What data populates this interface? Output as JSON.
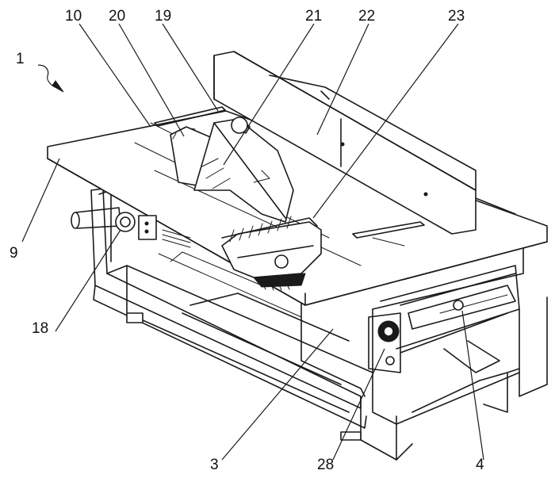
{
  "figure": {
    "ref_numeral": "1",
    "callouts": [
      {
        "id": "c10",
        "label": "10"
      },
      {
        "id": "c20",
        "label": "20"
      },
      {
        "id": "c19",
        "label": "19"
      },
      {
        "id": "c21",
        "label": "21"
      },
      {
        "id": "c22",
        "label": "22"
      },
      {
        "id": "c23",
        "label": "23"
      },
      {
        "id": "c9",
        "label": "9"
      },
      {
        "id": "c18",
        "label": "18"
      },
      {
        "id": "c3",
        "label": "3"
      },
      {
        "id": "c28",
        "label": "28"
      },
      {
        "id": "c4",
        "label": "4"
      }
    ]
  }
}
